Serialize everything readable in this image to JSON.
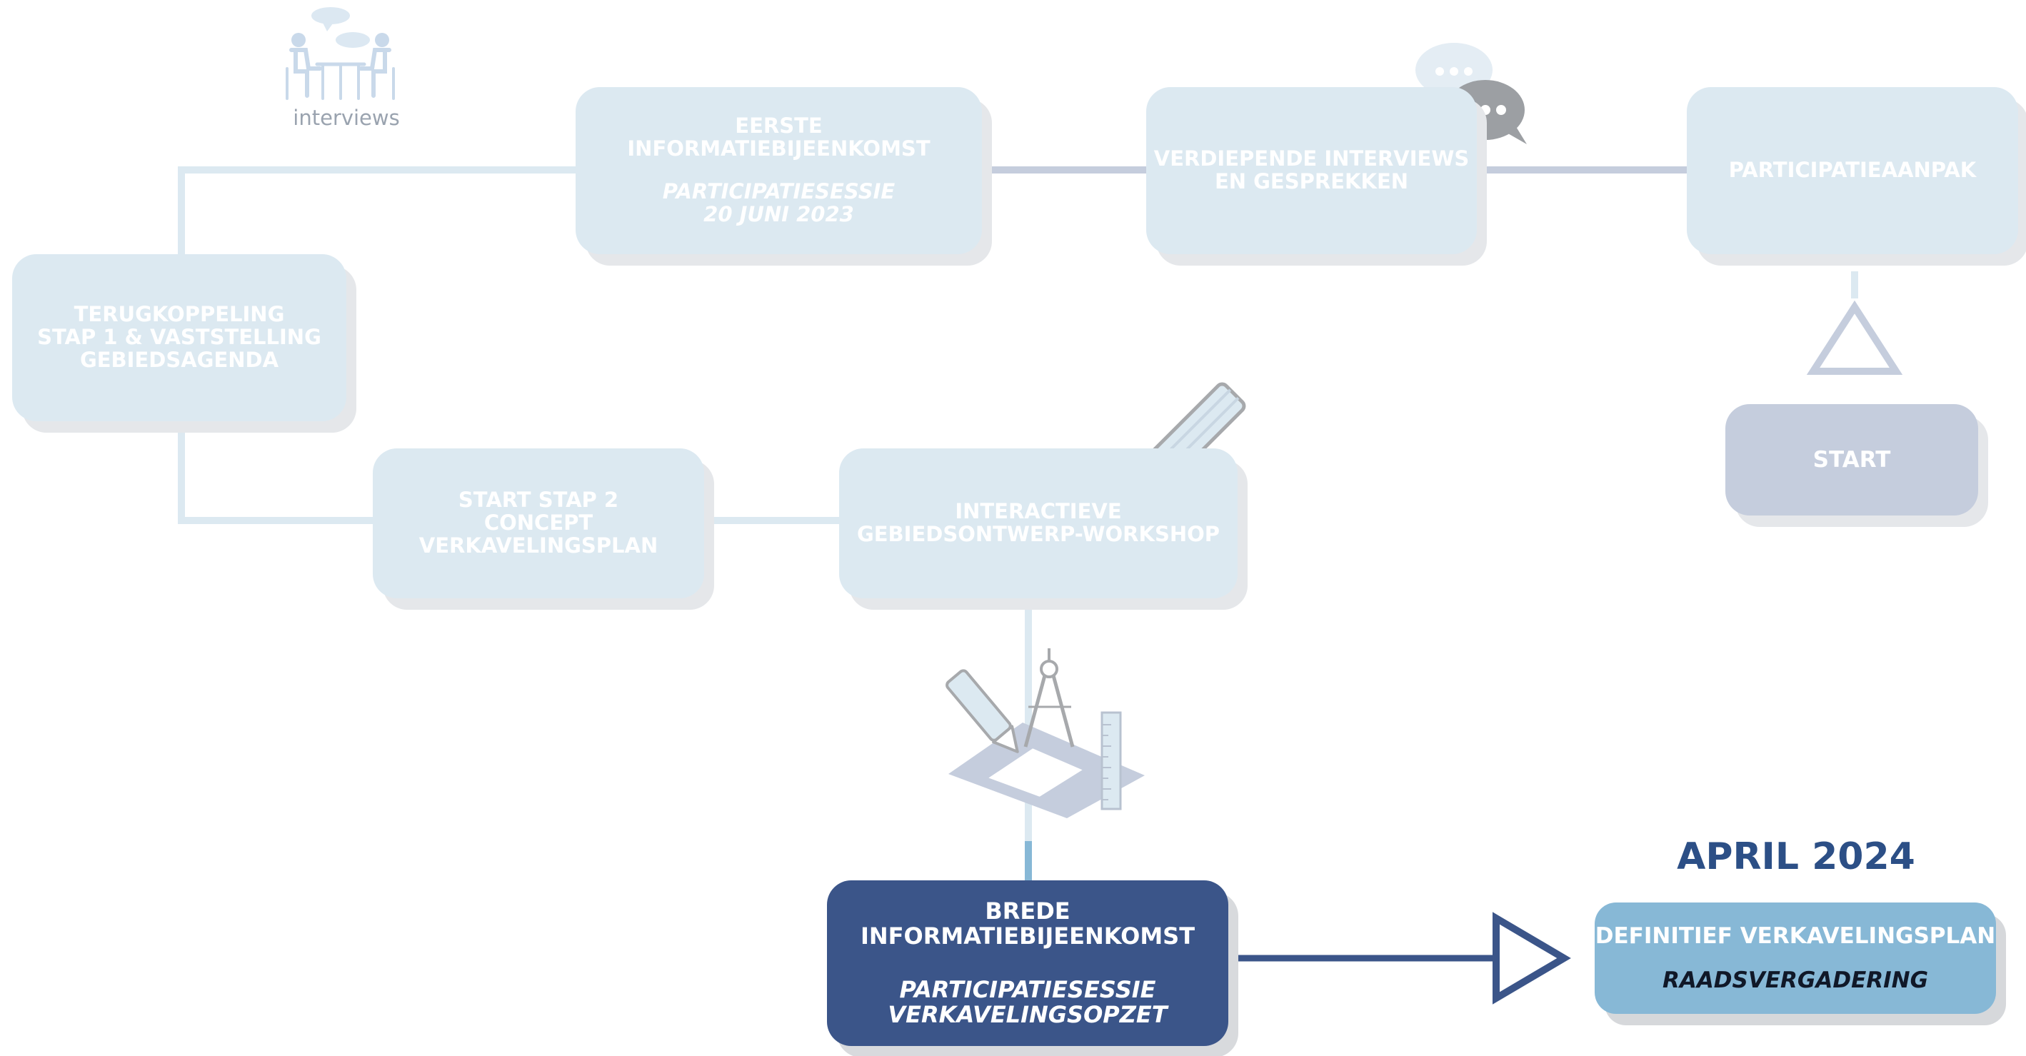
{
  "steps": {
    "start": {
      "title": "START"
    },
    "participatieaanpak": {
      "title": "PARTICIPATIEAANPAK"
    },
    "verdiepende": {
      "line1": "VERDIEPENDE INTERVIEWS",
      "line2": "EN GESPREKKEN"
    },
    "eerste": {
      "line1": "EERSTE",
      "line2": "INFORMATIEBIJEENKOMST",
      "sub1": "PARTICIPATIESESSIE",
      "sub2": "20 JUNI 2023"
    },
    "terugkoppeling": {
      "line1": "TERUGKOPPELING",
      "line2": "STAP 1 & VASTSTELLING",
      "line3": "GEBIEDSAGENDA"
    },
    "startstap2": {
      "line1": "START STAP 2",
      "line2": "CONCEPT",
      "line3": "VERKAVELINGSPLAN"
    },
    "interactieve": {
      "line1": "INTERACTIEVE",
      "line2": "GEBIEDSONTWERP-WORKSHOP"
    },
    "brede": {
      "line1": "BREDE",
      "line2": "INFORMATIEBIJEENKOMST",
      "sub1": "PARTICIPATIESESSIE",
      "sub2": "VERKAVELINGSOPZET"
    },
    "definitief": {
      "line1": "DEFINITIEF VERKAVELINGSPLAN",
      "sub1": "RAADSVERGADERING"
    }
  },
  "date_label": "APRIL 2024",
  "icons": {
    "interviews_label": "interviews",
    "names": [
      "interview-people-icon",
      "speech-bubbles-icon",
      "pencil-icon",
      "drafting-tools-icon",
      "triangle-marker-icon",
      "arrow-head-icon"
    ]
  },
  "colors": {
    "faded_box": "#dce9f1",
    "start_box": "#c5cddd",
    "active_box": "#3b5589",
    "final_box": "#87b8d6",
    "accent_text": "#2c4f86",
    "connector": "#dce9f1",
    "connector_dark": "#c5cddd"
  }
}
